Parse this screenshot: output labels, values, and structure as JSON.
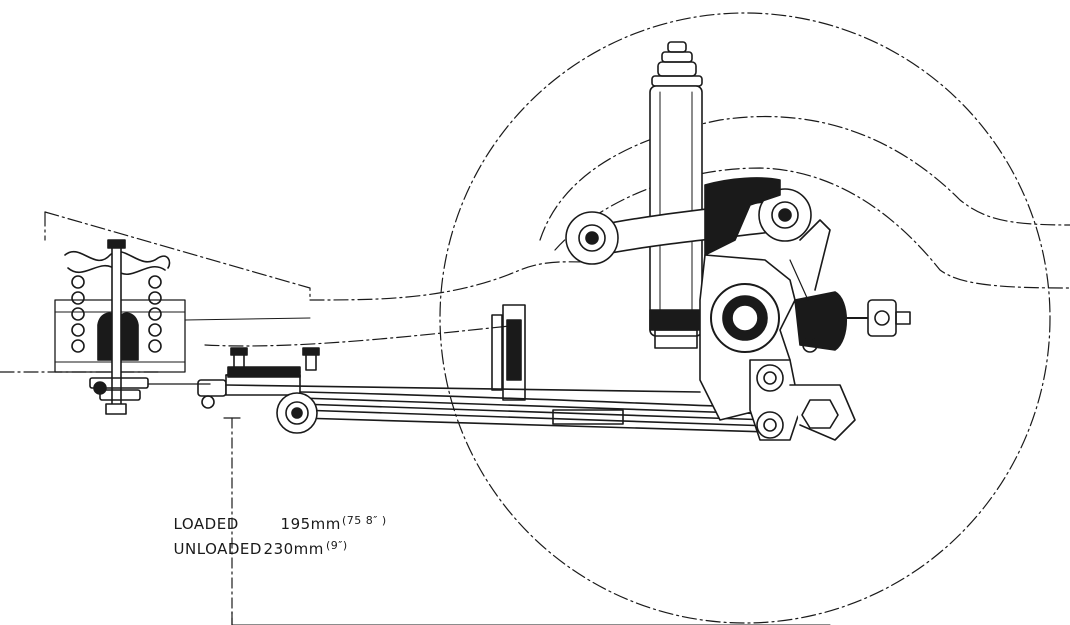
{
  "labels": {
    "loaded": {
      "name": "LOADED",
      "metric": "195mm",
      "imperial": "(75 8″ )"
    },
    "unloaded": {
      "name": "UNLOADED",
      "metric": "230mm",
      "imperial": "(9″)"
    }
  },
  "colors": {
    "ink": "#1a1a1a",
    "paper": "#ffffff"
  }
}
